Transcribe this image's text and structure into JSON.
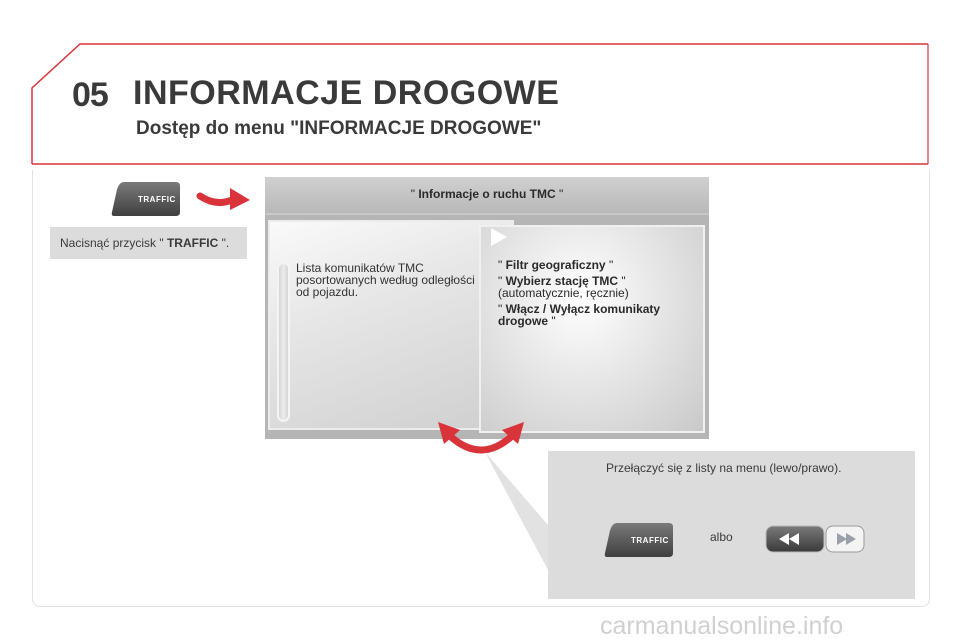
{
  "header": {
    "chapter_number": "05",
    "title": "INFORMACJE DROGOWE",
    "subtitle": "Dostęp do menu \"INFORMACJE DROGOWE\""
  },
  "colors": {
    "accent_red": "#d9343a",
    "callout_gray": "#dcdcdc",
    "button_gray": "#5c5c5c"
  },
  "traffic_button_label": "TRAFFIC",
  "instruction": {
    "prefix": "Nacisnąć przycisk \" ",
    "button_name": "TRAFFIC",
    "suffix": " \"."
  },
  "screen": {
    "title_prefix": "\" ",
    "title": "Informacje o ruchu TMC",
    "title_suffix": " \"",
    "list_text": "Lista komunikatów TMC posortowanych według odległości od pojazdu.",
    "menu_items": [
      {
        "open": "\" ",
        "bold": "Filtr geograficzny",
        "close": " \"",
        "note": ""
      },
      {
        "open": "\" ",
        "bold": "Wybierz stację TMC",
        "close": " \"",
        "note": "(automatycznie, ręcznie)"
      },
      {
        "open": "\" ",
        "bold": "Włącz / Wyłącz komunikaty drogowe",
        "close": " \"",
        "note": ""
      }
    ]
  },
  "switch_info": {
    "text": "Przełączyć się z listy na menu (lewo/prawo).",
    "or_label": "albo"
  },
  "icons": [
    "curved-arrow-icon",
    "play-icon",
    "double-curved-arrow-icon",
    "seek-back-icon",
    "seek-forward-icon"
  ],
  "watermark": "carmanualsonline.info"
}
